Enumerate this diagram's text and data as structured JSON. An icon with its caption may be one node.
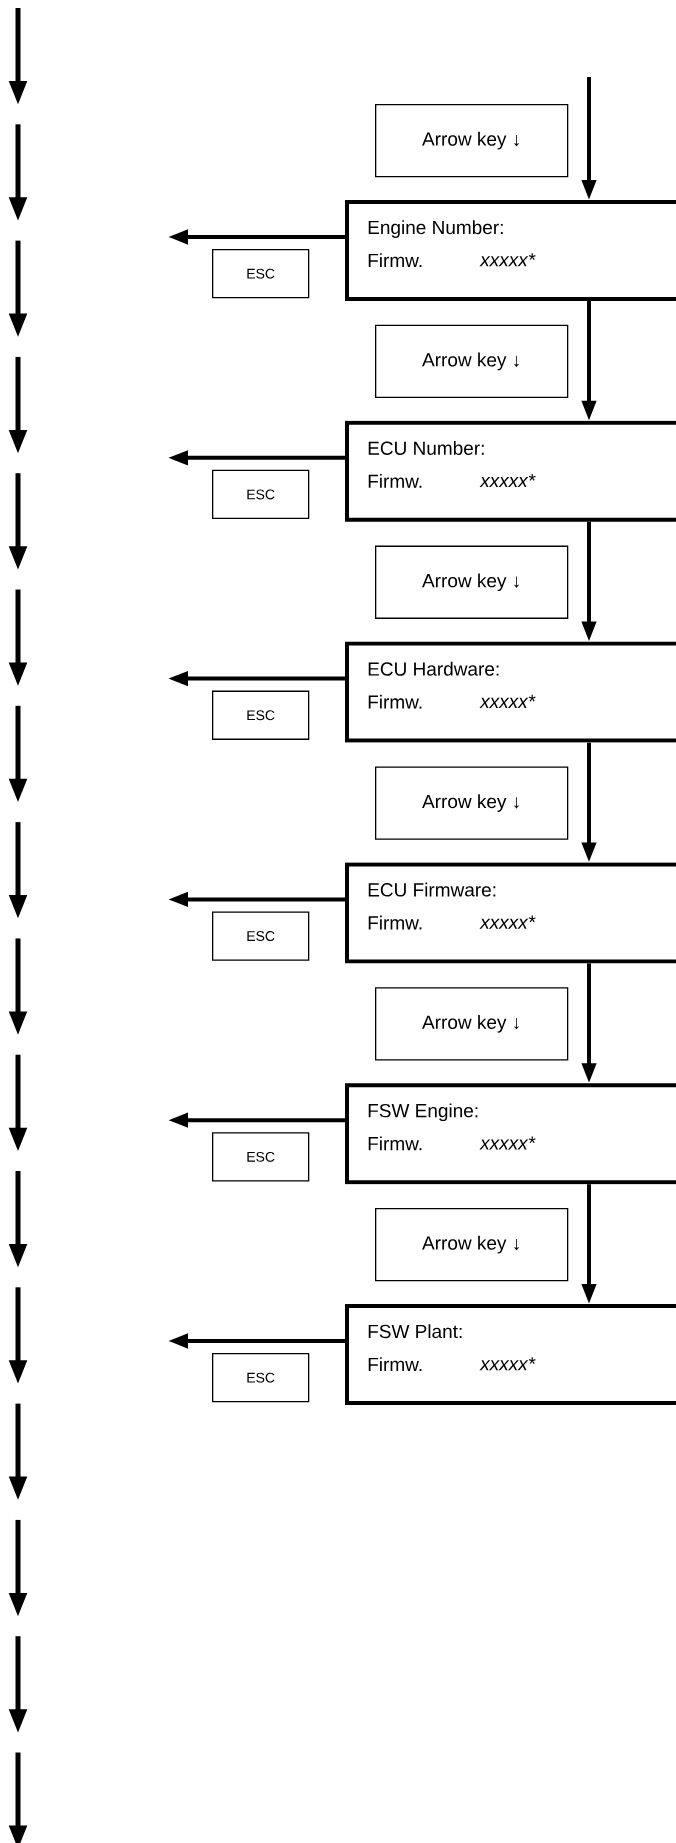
{
  "diagram": {
    "nodes": [
      {
        "text": [
          "Engine Number:",
          "Firmw.",
          "xxxxx*"
        ]
      },
      {
        "text": [
          "ECU Number:",
          "Firmw.",
          "xxxxx*"
        ]
      },
      {
        "text": [
          "ECU Hardware:",
          "Firmw.",
          "xxxxx*"
        ]
      },
      {
        "text": [
          "ECU Firmware:",
          "Firmw.",
          "xxxxx*"
        ]
      },
      {
        "text": [
          "FSW Engine:",
          "Firmw.",
          "xxxxx*"
        ]
      },
      {
        "text": [
          "FSW Plant:",
          "Firmw.",
          "xxxxx*"
        ]
      }
    ],
    "edges": [
      {
        "from": null,
        "to": 0,
        "arrow": "to",
        "label": "Arrow key ↓"
      },
      {
        "from": 0,
        "to": 1,
        "arrow": "to",
        "label": "Arrow key ↓"
      },
      {
        "from": 1,
        "to": 2,
        "arrow": "to",
        "label": "Arrow key ↓"
      },
      {
        "from": 2,
        "to": 3,
        "arrow": "to",
        "label": "Arrow key ↓"
      },
      {
        "from": 3,
        "to": 4,
        "arrow": "to",
        "label": "Arrow key ↓"
      },
      {
        "from": 4,
        "to": 5,
        "arrow": "to",
        "label": "Arrow key ↓"
      },
      {
        "from": 0,
        "to": null,
        "arrow": "to",
        "label": "ESC"
      },
      {
        "from": 1,
        "to": null,
        "arrow": "to",
        "label": "ESC"
      },
      {
        "from": 2,
        "to": null,
        "arrow": "to",
        "label": "ESC"
      },
      {
        "from": 3,
        "to": null,
        "arrow": "to",
        "label": "ESC"
      },
      {
        "from": 4,
        "to": null,
        "arrow": "to",
        "label": "ESC"
      },
      {
        "from": 5,
        "to": null,
        "arrow": "to",
        "label": "ESC"
      }
    ]
  }
}
